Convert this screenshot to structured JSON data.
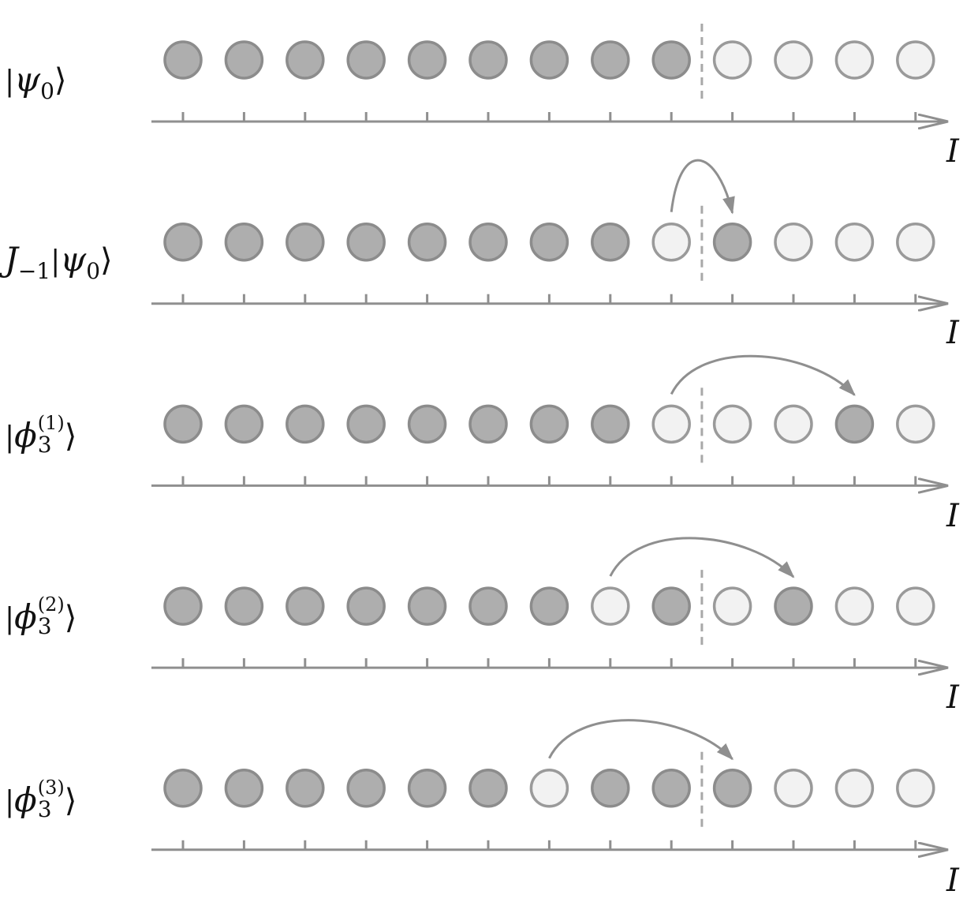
{
  "colors": {
    "filled": "#aeaeae",
    "filled_stroke": "#8c8c8c",
    "empty": "#f2f2f2",
    "empty_stroke": "#9a9a9a",
    "axis": "#8f8f8f",
    "divider": "#a8a8a8",
    "arrow": "#8f8f8f"
  },
  "axis_label": "I",
  "rows": [
    {
      "label": {
        "prefix": "",
        "bar": "|",
        "symbol": "ψ",
        "sub": "0",
        "sup": "",
        "close": "⟩"
      },
      "occupancy": [
        1,
        1,
        1,
        1,
        1,
        1,
        1,
        1,
        1,
        0,
        0,
        0,
        0
      ],
      "hop": null
    },
    {
      "label": {
        "prefix": "J",
        "prefix_sub": "−1",
        "bar": "|",
        "symbol": "ψ",
        "sub": "0",
        "sup": "",
        "close": "⟩"
      },
      "occupancy": [
        1,
        1,
        1,
        1,
        1,
        1,
        1,
        1,
        0,
        1,
        0,
        0,
        0
      ],
      "hop": {
        "from": 8,
        "to": 9
      }
    },
    {
      "label": {
        "prefix": "",
        "bar": "|",
        "symbol": "ϕ",
        "sub": "3",
        "sup": "(1)",
        "close": "⟩"
      },
      "occupancy": [
        1,
        1,
        1,
        1,
        1,
        1,
        1,
        1,
        0,
        0,
        0,
        1,
        0
      ],
      "hop": {
        "from": 8,
        "to": 11
      }
    },
    {
      "label": {
        "prefix": "",
        "bar": "|",
        "symbol": "ϕ",
        "sub": "3",
        "sup": "(2)",
        "close": "⟩"
      },
      "occupancy": [
        1,
        1,
        1,
        1,
        1,
        1,
        1,
        0,
        1,
        0,
        1,
        0,
        0
      ],
      "hop": {
        "from": 7,
        "to": 10
      }
    },
    {
      "label": {
        "prefix": "",
        "bar": "|",
        "symbol": "ϕ",
        "sub": "3",
        "sup": "(3)",
        "close": "⟩"
      },
      "occupancy": [
        1,
        1,
        1,
        1,
        1,
        1,
        0,
        1,
        1,
        1,
        0,
        0,
        0
      ],
      "hop": {
        "from": 6,
        "to": 9
      }
    }
  ]
}
